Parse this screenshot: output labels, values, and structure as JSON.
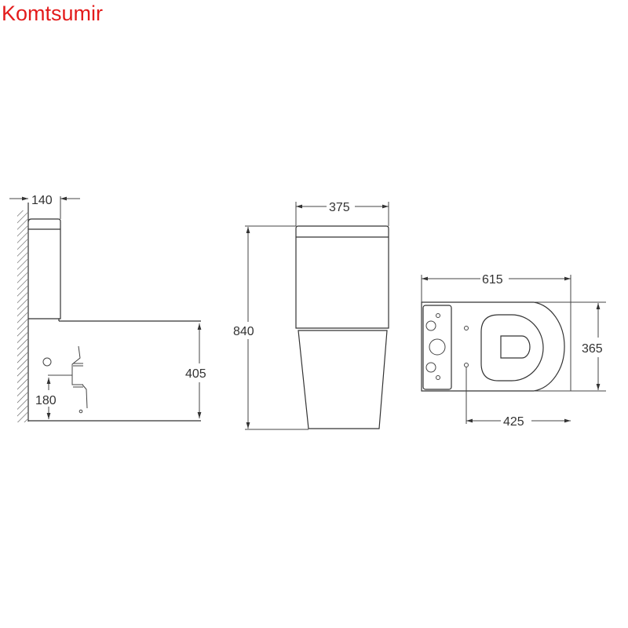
{
  "brand": {
    "name": "Komtsumir",
    "color": "#e31b1b"
  },
  "drawing": {
    "line_color": "#333333",
    "side_view": {
      "dimensions": {
        "tank_depth": "140",
        "seat_height": "405",
        "outlet_height": "180"
      }
    },
    "front_view": {
      "dimensions": {
        "width": "375",
        "total_height": "840"
      }
    },
    "top_view": {
      "dimensions": {
        "length": "615",
        "width": "365",
        "wall_to_outlet": "425"
      }
    }
  }
}
